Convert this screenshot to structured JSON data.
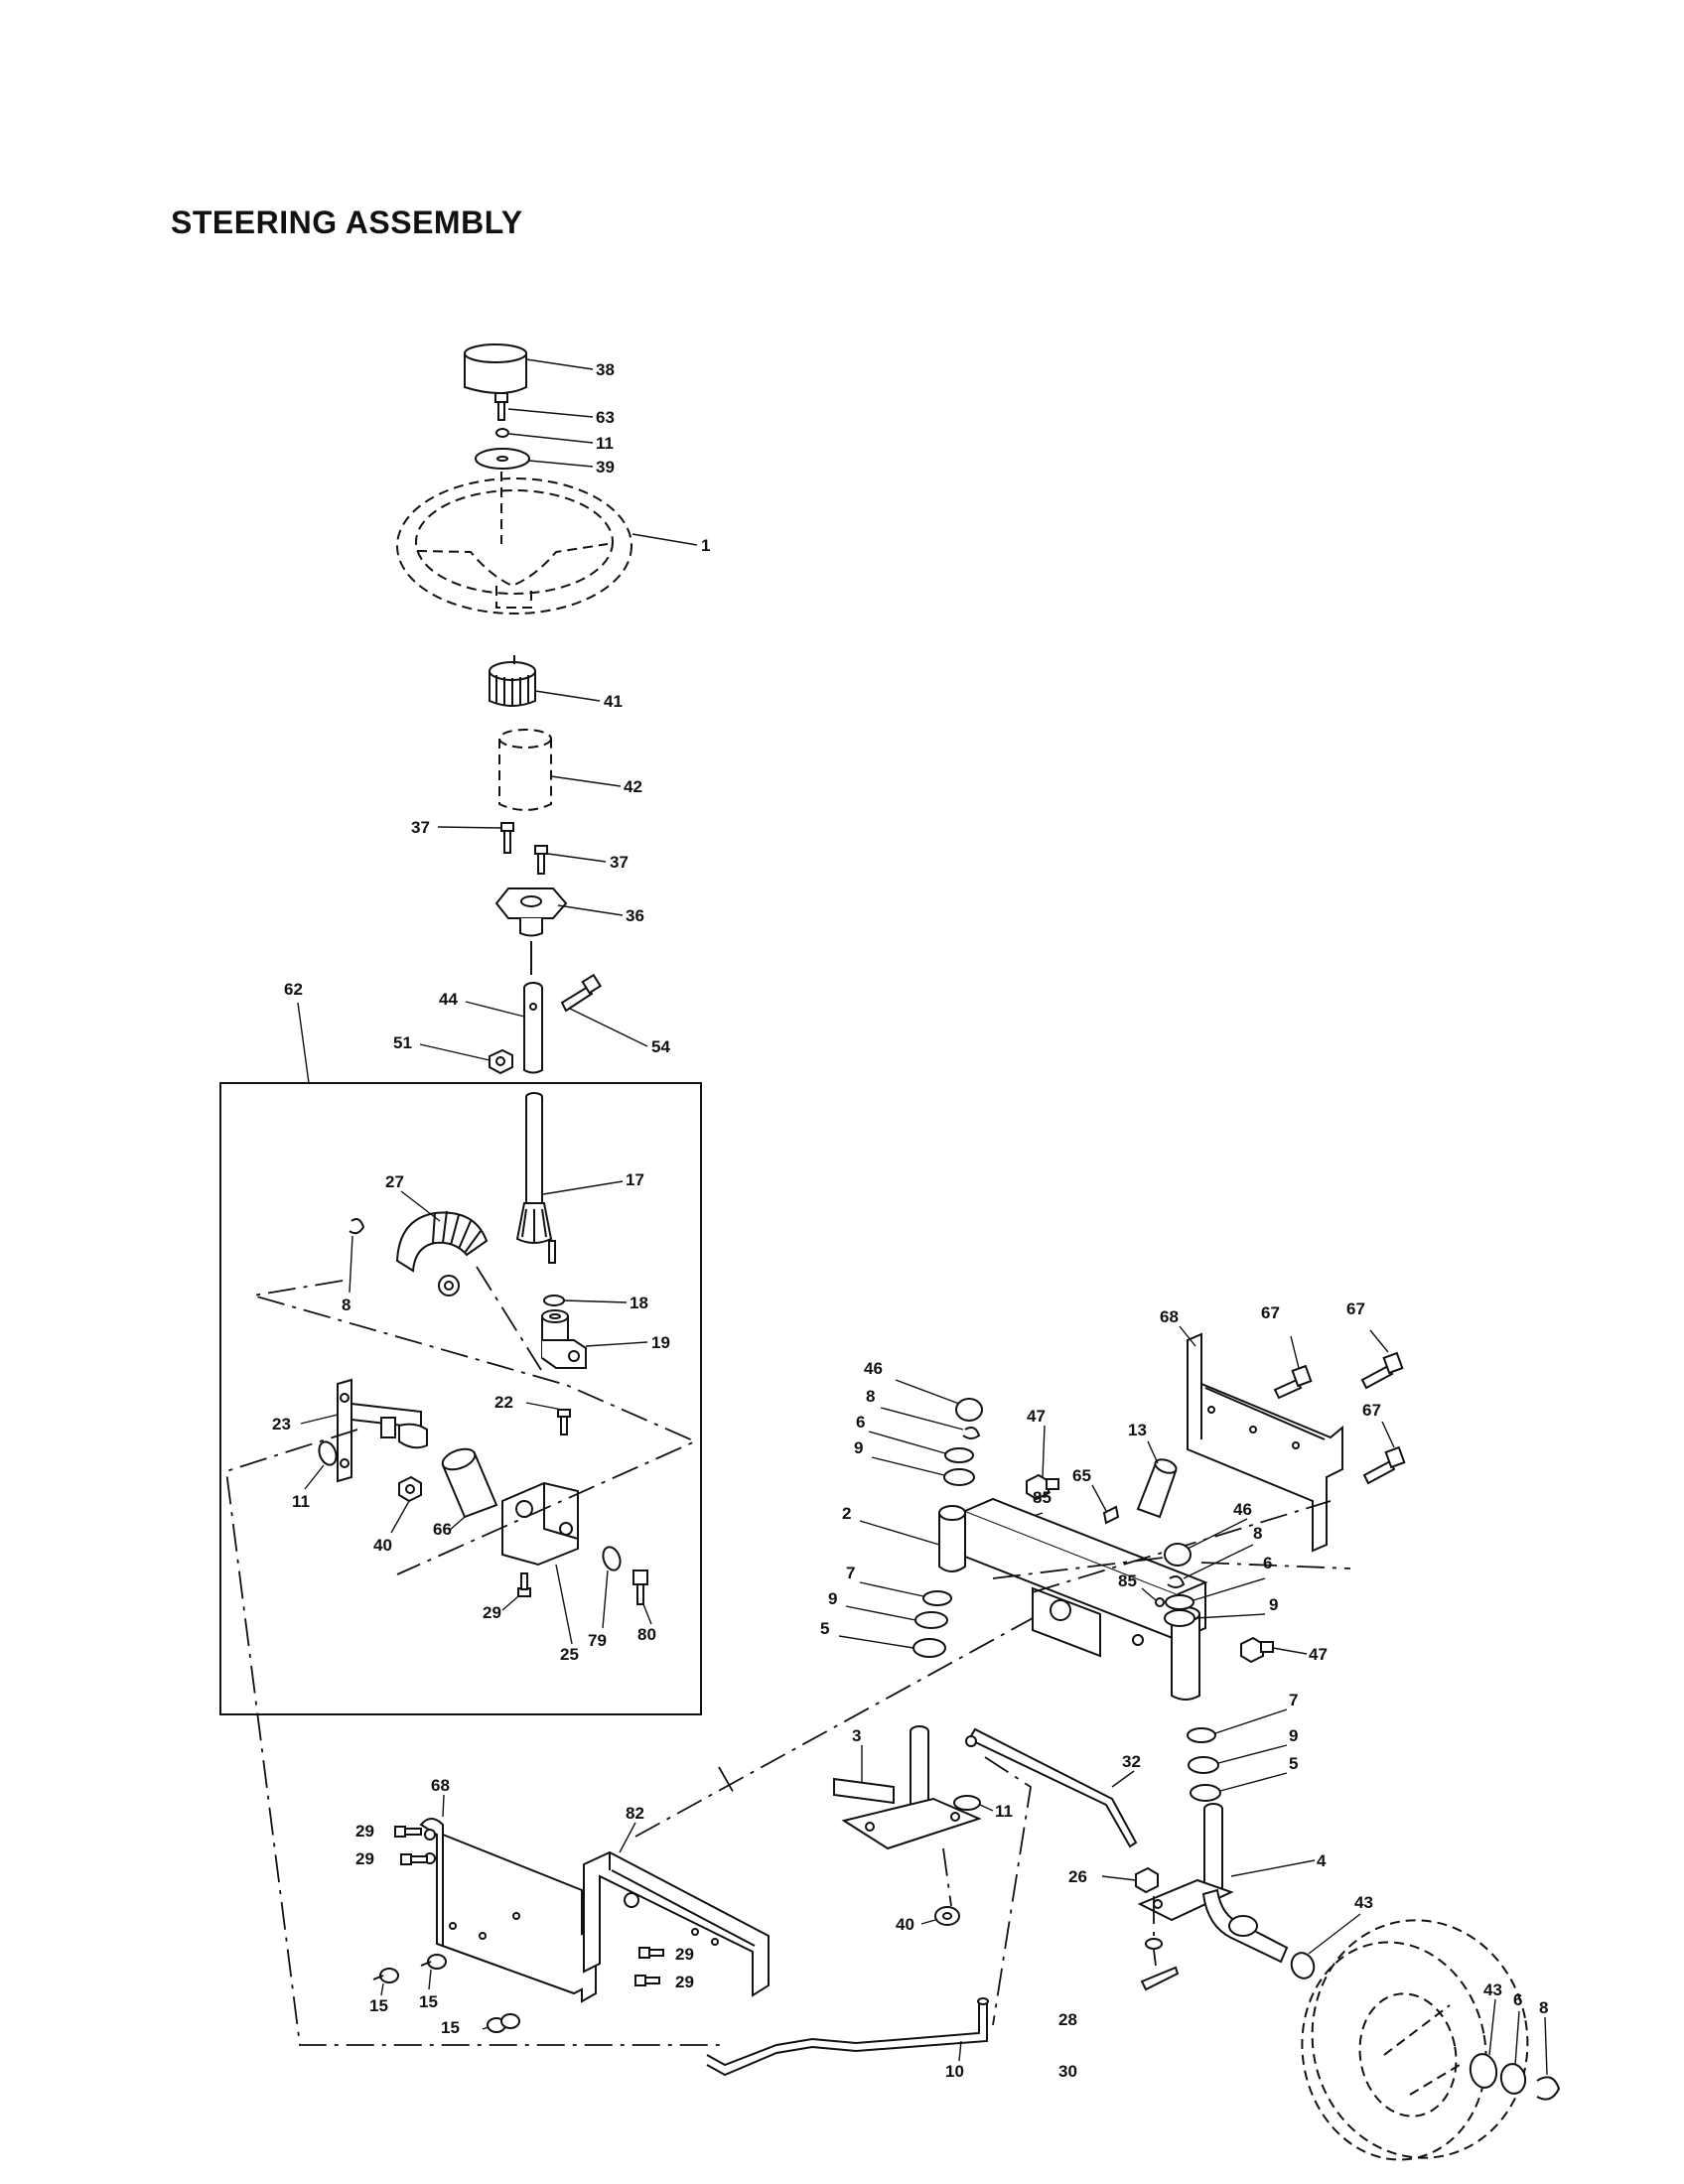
{
  "title": "STEERING ASSEMBLY",
  "callouts": [
    {
      "id": "c38",
      "text": "38"
    },
    {
      "id": "c63",
      "text": "63"
    },
    {
      "id": "c11a",
      "text": "11"
    },
    {
      "id": "c39",
      "text": "39"
    },
    {
      "id": "c1",
      "text": "1"
    },
    {
      "id": "c41",
      "text": "41"
    },
    {
      "id": "c42",
      "text": "42"
    },
    {
      "id": "c37a",
      "text": "37"
    },
    {
      "id": "c37b",
      "text": "37"
    },
    {
      "id": "c36",
      "text": "36"
    },
    {
      "id": "c62",
      "text": "62"
    },
    {
      "id": "c44",
      "text": "44"
    },
    {
      "id": "c51",
      "text": "51"
    },
    {
      "id": "c54",
      "text": "54"
    },
    {
      "id": "c17",
      "text": "17"
    },
    {
      "id": "c27",
      "text": "27"
    },
    {
      "id": "c8a",
      "text": "8"
    },
    {
      "id": "c18",
      "text": "18"
    },
    {
      "id": "c19",
      "text": "19"
    },
    {
      "id": "c22",
      "text": "22"
    },
    {
      "id": "c23",
      "text": "23"
    },
    {
      "id": "c11b",
      "text": "11"
    },
    {
      "id": "c40a",
      "text": "40"
    },
    {
      "id": "c66",
      "text": "66"
    },
    {
      "id": "c29a",
      "text": "29"
    },
    {
      "id": "c25",
      "text": "25"
    },
    {
      "id": "c79",
      "text": "79"
    },
    {
      "id": "c80",
      "text": "80"
    },
    {
      "id": "c68a",
      "text": "68"
    },
    {
      "id": "c67a",
      "text": "67"
    },
    {
      "id": "c67b",
      "text": "67"
    },
    {
      "id": "c67c",
      "text": "67"
    },
    {
      "id": "c46a",
      "text": "46"
    },
    {
      "id": "c8b",
      "text": "8"
    },
    {
      "id": "c47a",
      "text": "47"
    },
    {
      "id": "c6a",
      "text": "6"
    },
    {
      "id": "c9a",
      "text": "9"
    },
    {
      "id": "c13",
      "text": "13"
    },
    {
      "id": "c65",
      "text": "65"
    },
    {
      "id": "c85a",
      "text": "85"
    },
    {
      "id": "c2",
      "text": "2"
    },
    {
      "id": "c46b",
      "text": "46"
    },
    {
      "id": "c8c",
      "text": "8"
    },
    {
      "id": "c6b",
      "text": "6"
    },
    {
      "id": "c7a",
      "text": "7"
    },
    {
      "id": "c85b",
      "text": "85"
    },
    {
      "id": "c9b",
      "text": "9"
    },
    {
      "id": "c9c",
      "text": "9"
    },
    {
      "id": "c5a",
      "text": "5"
    },
    {
      "id": "c47b",
      "text": "47"
    },
    {
      "id": "c7b",
      "text": "7"
    },
    {
      "id": "c9d",
      "text": "9"
    },
    {
      "id": "c5b",
      "text": "5"
    },
    {
      "id": "c3",
      "text": "3"
    },
    {
      "id": "c32",
      "text": "32"
    },
    {
      "id": "c11c",
      "text": "11"
    },
    {
      "id": "c68b",
      "text": "68"
    },
    {
      "id": "c82",
      "text": "82"
    },
    {
      "id": "c29b",
      "text": "29"
    },
    {
      "id": "c29c",
      "text": "29"
    },
    {
      "id": "c4",
      "text": "4"
    },
    {
      "id": "c26",
      "text": "26"
    },
    {
      "id": "c43a",
      "text": "43"
    },
    {
      "id": "c40b",
      "text": "40"
    },
    {
      "id": "c29d",
      "text": "29"
    },
    {
      "id": "c29e",
      "text": "29"
    },
    {
      "id": "c43b",
      "text": "43"
    },
    {
      "id": "c6c",
      "text": "6"
    },
    {
      "id": "c8d",
      "text": "8"
    },
    {
      "id": "c15a",
      "text": "15"
    },
    {
      "id": "c15b",
      "text": "15"
    },
    {
      "id": "c15c",
      "text": "15"
    },
    {
      "id": "c28",
      "text": "28"
    },
    {
      "id": "c10",
      "text": "10"
    },
    {
      "id": "c30",
      "text": "30"
    }
  ]
}
